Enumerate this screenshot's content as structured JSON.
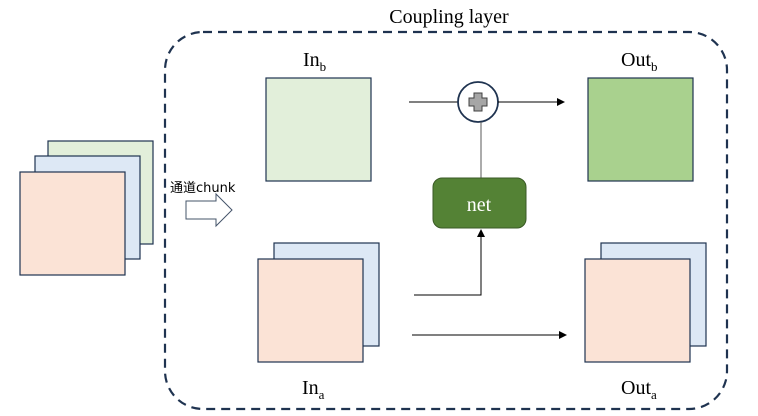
{
  "title": "Coupling layer",
  "split_label": "通道chunk",
  "labels": {
    "in_b": {
      "main": "In",
      "sub": "b"
    },
    "in_a": {
      "main": "In",
      "sub": "a"
    },
    "out_b": {
      "main": "Out",
      "sub": "b"
    },
    "out_a": {
      "main": "Out",
      "sub": "a"
    }
  },
  "net_label": "net",
  "add_operator": "+",
  "colors": {
    "border": "#1f3350",
    "green_light": "#e2efda",
    "blue_light": "#dde8f5",
    "peach": "#fbe3d6",
    "green_out": "#a9d18e",
    "net_fill": "#548235",
    "arrow": "#000000"
  }
}
